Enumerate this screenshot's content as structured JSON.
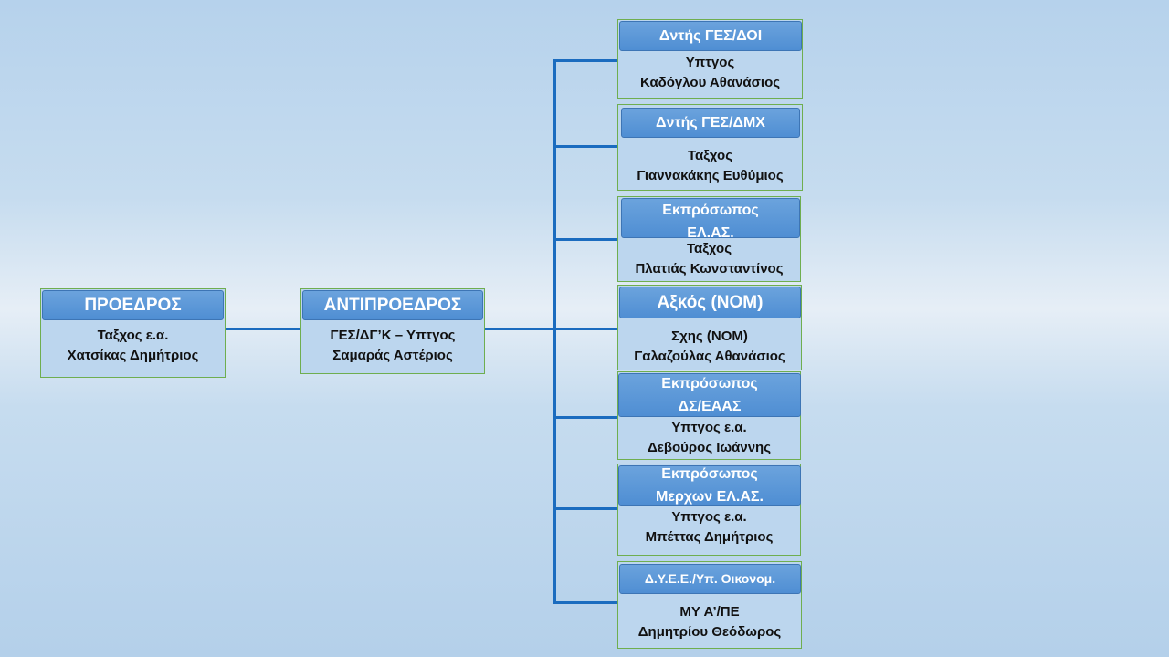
{
  "president": {
    "title": "ΠΡΟΕΔΡΟΣ",
    "rank": "Ταξχος ε.α.",
    "name": "Χατσίκας Δημήτριος"
  },
  "vice_president": {
    "title": "ΑΝΤΙΠΡΟΕΔΡΟΣ",
    "rank": "ΓΕΣ/ΔΓ’Κ – Υπτγος",
    "name": "Σαμαράς Αστέριος"
  },
  "members": [
    {
      "title": "Δντής ΓΕΣ/ΔΟΙ",
      "rank": "Υπτγος",
      "name": "Καδόγλου Αθανάσιος"
    },
    {
      "title": "Δντής ΓΕΣ/ΔΜΧ",
      "rank": "Ταξχος",
      "name": "Γιαννακάκης Ευθύμιος"
    },
    {
      "title": "Εκπρόσωπος ΕΛ.ΑΣ.",
      "rank": "Ταξχος",
      "name": "Πλατιάς Κωνσταντίνος"
    },
    {
      "title": "Αξκός (ΝΟΜ)",
      "rank": "Σχης (ΝΟΜ)",
      "name": "Γαλαζούλας Αθανάσιος"
    },
    {
      "title": "Εκπρόσωπος ΔΣ/ΕΑΑΣ",
      "rank": "Υπτγος ε.α.",
      "name": "Δεβούρος Ιωάννης"
    },
    {
      "title": "Εκπρόσωπος Μερχων ΕΛ.ΑΣ.",
      "rank": "Υπτγος ε.α.",
      "name": "Μπέττας Δημήτριος"
    },
    {
      "title": "Δ.Υ.Ε.Ε./Υπ. Οικονομ.",
      "rank": "ΜΥ Α’/ΠΕ",
      "name": "Δημητρίου Θεόδωρος"
    }
  ]
}
